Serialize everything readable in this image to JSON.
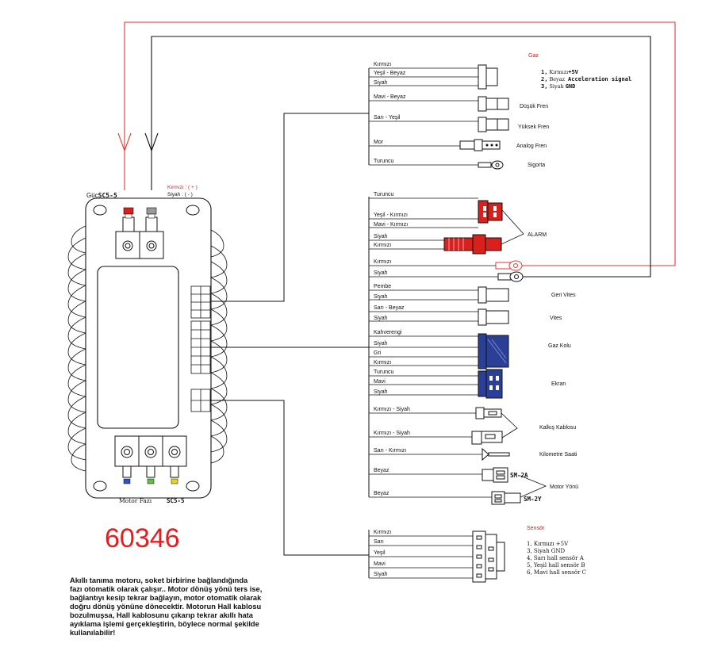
{
  "model_number": "60346",
  "description": "Akıllı tanıma motoru, soket birbirine bağlandığında\nfazı otomatik olarak çalışır.. Motor dönüş yönü ters ise,\nbağlantıyı kesip tekrar bağlayın, motor otomatik olarak\ndoğru dönüş yönüne dönecektir. Motorun Hall kablosu\nbozulmuşsa, Hall kablosunu çıkarıp tekrar akıllı hata\nayıklama işlemi gerçekleştirin, böylece normal şekilde\nkullanılabilir!",
  "controller": {
    "power_prefix": "Güç",
    "power_label": "SC5-5",
    "power_polarity_red": "Kırmızı : ( + )",
    "power_polarity_black": "Siyah   : ( - )",
    "motor_phase_label": "Motor Fazı",
    "motor_phase_code": "SC5-5"
  },
  "gaz": {
    "title": "Gaz",
    "pins": [
      "1, Kırmızı +5V",
      "2, Beyaz  Acceleration signal",
      "3, Siyah GND"
    ],
    "pin_parts": [
      {
        "num": "1,",
        "name": "Kırmızı",
        "sig": "+5V"
      },
      {
        "num": "2,",
        "name": "Beyaz",
        "sig": "Acceleration signal"
      },
      {
        "num": "3,",
        "name": "Siyah",
        "sig": "GND"
      }
    ]
  },
  "wires": {
    "kirmizi": "Kırmızı",
    "yesil_beyaz": "Yeşil - Beyaz",
    "siyah": "Siyah",
    "mavi_beyaz": "Mavi - Beyaz",
    "sari_yesil": "Sarı - Yeşil",
    "mor": "Mor",
    "turuncu": "Turuncu",
    "yesil_kirmizi": "Yeşil - Kırmızı",
    "mavi_kirmizi": "Mavi - Kırmızı",
    "pembe": "Pembe",
    "sari_beyaz": "Sarı - Beyaz",
    "kahverengi": "Kahverengi",
    "gri": "Gri",
    "mavi": "Mavi",
    "kirmizi_siyah": "Kırmızı - Siyah",
    "sari_kirmizi": "Sarı - Kırmızı",
    "beyaz": "Beyaz",
    "sari": "Sarı",
    "yesil": "Yeşil"
  },
  "components": {
    "dusuk_fren": "Düşük Fren",
    "yuksek_fren": "Yüksek Fren",
    "analog_fren": "Analog Fren",
    "sigorta": "Sigorta",
    "alarm": "ALARM",
    "geri_vites": "Geri Vites",
    "vites": "Vites",
    "gaz_kolu": "Gaz Kolu",
    "ekran": "Ekran",
    "kalkis_kablosu": "Kalkış Kablosu",
    "kilometre_saati": "Kilometre Saati",
    "motor_yonu": "Motor Yönü",
    "sm_2a": "SM-2A",
    "sm_2y": "SM-2Y"
  },
  "sensor": {
    "title": "Sensör",
    "pins": [
      "1, Kırmızı +5V",
      "3, Siyah GND",
      "4, Sarı hall sensör A",
      "5, Yeşil hall sensör B",
      "6, Mavi hall sensör C"
    ]
  },
  "colors": {
    "red_wire": "#e03a3a",
    "alarm_red": "#d8201c",
    "connector_blue": "#2c3f96",
    "title_red": "#d21d1d"
  }
}
